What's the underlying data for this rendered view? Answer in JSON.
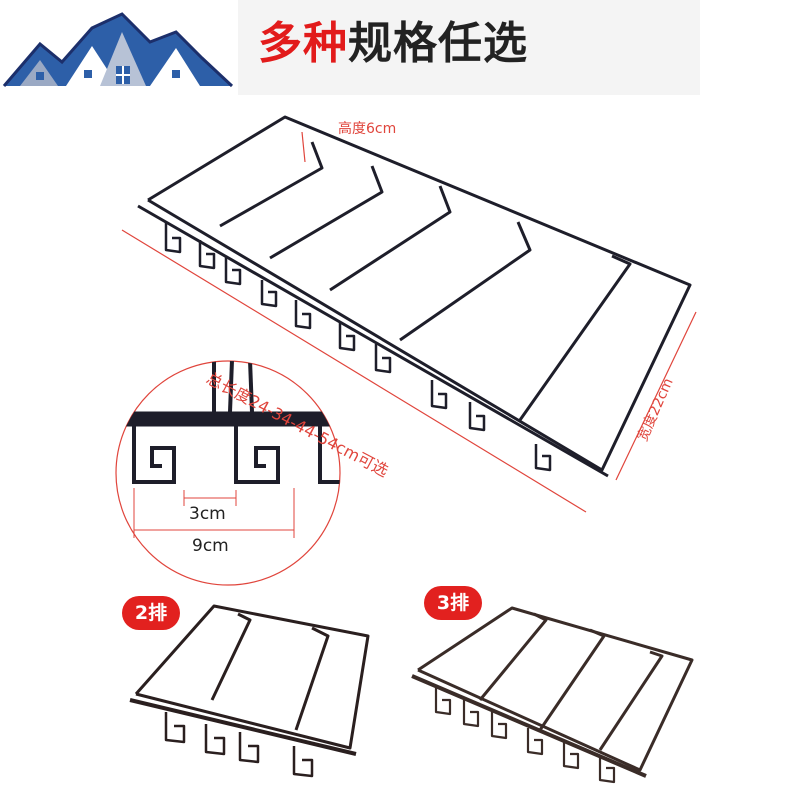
{
  "headline": {
    "part1": "多种",
    "part2": "规格任选"
  },
  "dimensions": {
    "height": "高度6cm",
    "total_length": "总长度24-34-44-54cm可选",
    "width": "宽度22cm",
    "gap": "3cm",
    "pitch": "9cm"
  },
  "variants": {
    "two_rows": "2排",
    "three_rows": "3排"
  },
  "colors": {
    "accent": "#e21b1b",
    "logo_blue": "#2d5fa8",
    "wire": "#1e1e2a"
  }
}
